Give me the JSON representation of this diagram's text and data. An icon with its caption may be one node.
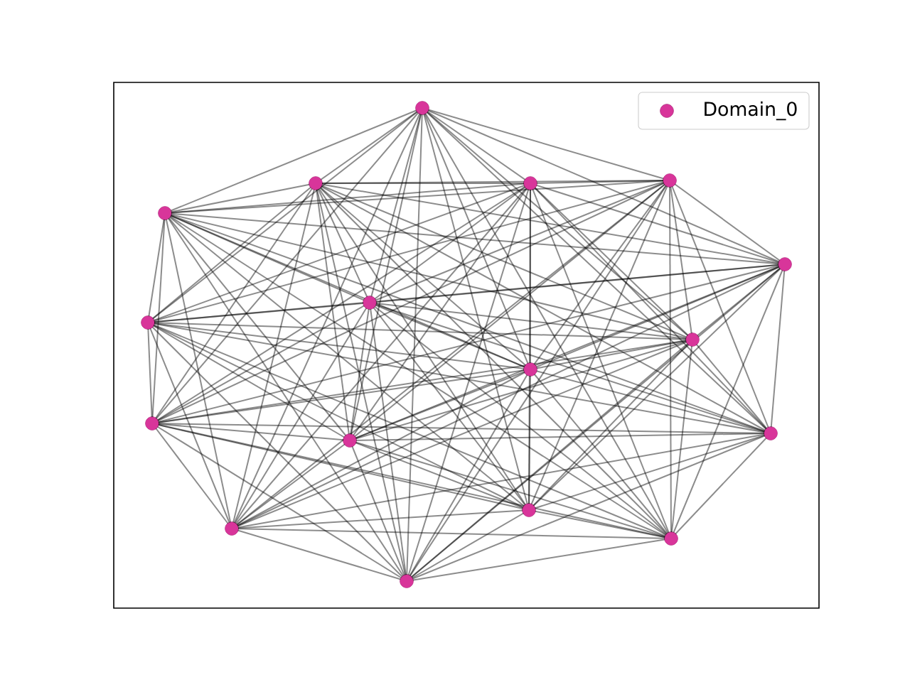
{
  "diagram": {
    "nodes": [
      {
        "text": [],
        "shape": "circle"
      },
      {
        "text": [],
        "shape": "circle"
      },
      {
        "text": [],
        "shape": "circle"
      },
      {
        "text": [],
        "shape": "circle"
      },
      {
        "text": [],
        "shape": "circle"
      },
      {
        "text": [],
        "shape": "circle"
      },
      {
        "text": [],
        "shape": "circle"
      },
      {
        "text": [],
        "shape": "circle"
      },
      {
        "text": [],
        "shape": "circle"
      },
      {
        "text": [],
        "shape": "circle"
      },
      {
        "text": [],
        "shape": "circle"
      },
      {
        "text": [],
        "shape": "circle"
      },
      {
        "text": [],
        "shape": "circle"
      },
      {
        "text": [],
        "shape": "circle"
      },
      {
        "text": [],
        "shape": "circle"
      },
      {
        "text": [],
        "shape": "circle"
      },
      {
        "text": [],
        "shape": "circle"
      }
    ],
    "edges": [
      {
        "from": 0,
        "to": 1,
        "arrow": "none"
      },
      {
        "from": 0,
        "to": 2,
        "arrow": "none"
      },
      {
        "from": 0,
        "to": 3,
        "arrow": "none"
      },
      {
        "from": 0,
        "to": 4,
        "arrow": "none"
      },
      {
        "from": 0,
        "to": 5,
        "arrow": "none"
      },
      {
        "from": 0,
        "to": 6,
        "arrow": "none"
      },
      {
        "from": 0,
        "to": 7,
        "arrow": "none"
      },
      {
        "from": 0,
        "to": 8,
        "arrow": "none"
      },
      {
        "from": 0,
        "to": 9,
        "arrow": "none"
      },
      {
        "from": 0,
        "to": 10,
        "arrow": "none"
      },
      {
        "from": 0,
        "to": 11,
        "arrow": "none"
      },
      {
        "from": 0,
        "to": 12,
        "arrow": "none"
      },
      {
        "from": 0,
        "to": 13,
        "arrow": "none"
      },
      {
        "from": 0,
        "to": 14,
        "arrow": "none"
      },
      {
        "from": 0,
        "to": 15,
        "arrow": "none"
      },
      {
        "from": 0,
        "to": 16,
        "arrow": "none"
      },
      {
        "from": 1,
        "to": 2,
        "arrow": "none"
      },
      {
        "from": 1,
        "to": 3,
        "arrow": "none"
      },
      {
        "from": 1,
        "to": 4,
        "arrow": "none"
      },
      {
        "from": 1,
        "to": 5,
        "arrow": "none"
      },
      {
        "from": 1,
        "to": 6,
        "arrow": "none"
      },
      {
        "from": 1,
        "to": 7,
        "arrow": "none"
      },
      {
        "from": 1,
        "to": 8,
        "arrow": "none"
      },
      {
        "from": 1,
        "to": 9,
        "arrow": "none"
      },
      {
        "from": 1,
        "to": 10,
        "arrow": "none"
      },
      {
        "from": 1,
        "to": 11,
        "arrow": "none"
      },
      {
        "from": 1,
        "to": 12,
        "arrow": "none"
      },
      {
        "from": 1,
        "to": 13,
        "arrow": "none"
      },
      {
        "from": 1,
        "to": 14,
        "arrow": "none"
      },
      {
        "from": 1,
        "to": 15,
        "arrow": "none"
      },
      {
        "from": 1,
        "to": 16,
        "arrow": "none"
      },
      {
        "from": 2,
        "to": 3,
        "arrow": "none"
      },
      {
        "from": 2,
        "to": 4,
        "arrow": "none"
      },
      {
        "from": 2,
        "to": 5,
        "arrow": "none"
      },
      {
        "from": 2,
        "to": 6,
        "arrow": "none"
      },
      {
        "from": 2,
        "to": 7,
        "arrow": "none"
      },
      {
        "from": 2,
        "to": 8,
        "arrow": "none"
      },
      {
        "from": 2,
        "to": 9,
        "arrow": "none"
      },
      {
        "from": 2,
        "to": 10,
        "arrow": "none"
      },
      {
        "from": 2,
        "to": 11,
        "arrow": "none"
      },
      {
        "from": 2,
        "to": 12,
        "arrow": "none"
      },
      {
        "from": 2,
        "to": 13,
        "arrow": "none"
      },
      {
        "from": 2,
        "to": 14,
        "arrow": "none"
      },
      {
        "from": 2,
        "to": 15,
        "arrow": "none"
      },
      {
        "from": 2,
        "to": 16,
        "arrow": "none"
      },
      {
        "from": 3,
        "to": 4,
        "arrow": "none"
      },
      {
        "from": 3,
        "to": 5,
        "arrow": "none"
      },
      {
        "from": 3,
        "to": 6,
        "arrow": "none"
      },
      {
        "from": 3,
        "to": 7,
        "arrow": "none"
      },
      {
        "from": 3,
        "to": 8,
        "arrow": "none"
      },
      {
        "from": 3,
        "to": 9,
        "arrow": "none"
      },
      {
        "from": 3,
        "to": 10,
        "arrow": "none"
      },
      {
        "from": 3,
        "to": 11,
        "arrow": "none"
      },
      {
        "from": 3,
        "to": 12,
        "arrow": "none"
      },
      {
        "from": 3,
        "to": 13,
        "arrow": "none"
      },
      {
        "from": 3,
        "to": 14,
        "arrow": "none"
      },
      {
        "from": 3,
        "to": 15,
        "arrow": "none"
      },
      {
        "from": 3,
        "to": 16,
        "arrow": "none"
      },
      {
        "from": 4,
        "to": 5,
        "arrow": "none"
      },
      {
        "from": 4,
        "to": 6,
        "arrow": "none"
      },
      {
        "from": 4,
        "to": 7,
        "arrow": "none"
      },
      {
        "from": 4,
        "to": 8,
        "arrow": "none"
      },
      {
        "from": 4,
        "to": 9,
        "arrow": "none"
      },
      {
        "from": 4,
        "to": 10,
        "arrow": "none"
      },
      {
        "from": 4,
        "to": 11,
        "arrow": "none"
      },
      {
        "from": 4,
        "to": 12,
        "arrow": "none"
      },
      {
        "from": 4,
        "to": 13,
        "arrow": "none"
      },
      {
        "from": 4,
        "to": 14,
        "arrow": "none"
      },
      {
        "from": 4,
        "to": 15,
        "arrow": "none"
      },
      {
        "from": 4,
        "to": 16,
        "arrow": "none"
      },
      {
        "from": 5,
        "to": 6,
        "arrow": "none"
      },
      {
        "from": 5,
        "to": 7,
        "arrow": "none"
      },
      {
        "from": 5,
        "to": 8,
        "arrow": "none"
      },
      {
        "from": 5,
        "to": 9,
        "arrow": "none"
      },
      {
        "from": 5,
        "to": 10,
        "arrow": "none"
      },
      {
        "from": 5,
        "to": 11,
        "arrow": "none"
      },
      {
        "from": 5,
        "to": 12,
        "arrow": "none"
      },
      {
        "from": 5,
        "to": 13,
        "arrow": "none"
      },
      {
        "from": 5,
        "to": 14,
        "arrow": "none"
      },
      {
        "from": 5,
        "to": 15,
        "arrow": "none"
      },
      {
        "from": 5,
        "to": 16,
        "arrow": "none"
      },
      {
        "from": 6,
        "to": 7,
        "arrow": "none"
      },
      {
        "from": 6,
        "to": 8,
        "arrow": "none"
      },
      {
        "from": 6,
        "to": 9,
        "arrow": "none"
      },
      {
        "from": 6,
        "to": 10,
        "arrow": "none"
      },
      {
        "from": 6,
        "to": 11,
        "arrow": "none"
      },
      {
        "from": 6,
        "to": 12,
        "arrow": "none"
      },
      {
        "from": 6,
        "to": 13,
        "arrow": "none"
      },
      {
        "from": 6,
        "to": 14,
        "arrow": "none"
      },
      {
        "from": 6,
        "to": 15,
        "arrow": "none"
      },
      {
        "from": 6,
        "to": 16,
        "arrow": "none"
      },
      {
        "from": 7,
        "to": 8,
        "arrow": "none"
      },
      {
        "from": 7,
        "to": 9,
        "arrow": "none"
      },
      {
        "from": 7,
        "to": 10,
        "arrow": "none"
      },
      {
        "from": 7,
        "to": 11,
        "arrow": "none"
      },
      {
        "from": 7,
        "to": 12,
        "arrow": "none"
      },
      {
        "from": 7,
        "to": 13,
        "arrow": "none"
      },
      {
        "from": 7,
        "to": 14,
        "arrow": "none"
      },
      {
        "from": 7,
        "to": 15,
        "arrow": "none"
      },
      {
        "from": 7,
        "to": 16,
        "arrow": "none"
      },
      {
        "from": 8,
        "to": 9,
        "arrow": "none"
      },
      {
        "from": 8,
        "to": 10,
        "arrow": "none"
      },
      {
        "from": 8,
        "to": 11,
        "arrow": "none"
      },
      {
        "from": 8,
        "to": 12,
        "arrow": "none"
      },
      {
        "from": 8,
        "to": 13,
        "arrow": "none"
      },
      {
        "from": 8,
        "to": 14,
        "arrow": "none"
      },
      {
        "from": 8,
        "to": 15,
        "arrow": "none"
      },
      {
        "from": 8,
        "to": 16,
        "arrow": "none"
      },
      {
        "from": 9,
        "to": 10,
        "arrow": "none"
      },
      {
        "from": 9,
        "to": 11,
        "arrow": "none"
      },
      {
        "from": 9,
        "to": 12,
        "arrow": "none"
      },
      {
        "from": 9,
        "to": 13,
        "arrow": "none"
      },
      {
        "from": 9,
        "to": 14,
        "arrow": "none"
      },
      {
        "from": 9,
        "to": 15,
        "arrow": "none"
      },
      {
        "from": 9,
        "to": 16,
        "arrow": "none"
      },
      {
        "from": 10,
        "to": 11,
        "arrow": "none"
      },
      {
        "from": 10,
        "to": 12,
        "arrow": "none"
      },
      {
        "from": 10,
        "to": 13,
        "arrow": "none"
      },
      {
        "from": 10,
        "to": 14,
        "arrow": "none"
      },
      {
        "from": 10,
        "to": 15,
        "arrow": "none"
      },
      {
        "from": 10,
        "to": 16,
        "arrow": "none"
      },
      {
        "from": 11,
        "to": 12,
        "arrow": "none"
      },
      {
        "from": 11,
        "to": 13,
        "arrow": "none"
      },
      {
        "from": 11,
        "to": 14,
        "arrow": "none"
      },
      {
        "from": 11,
        "to": 15,
        "arrow": "none"
      },
      {
        "from": 11,
        "to": 16,
        "arrow": "none"
      },
      {
        "from": 12,
        "to": 13,
        "arrow": "none"
      },
      {
        "from": 12,
        "to": 14,
        "arrow": "none"
      },
      {
        "from": 12,
        "to": 15,
        "arrow": "none"
      },
      {
        "from": 12,
        "to": 16,
        "arrow": "none"
      },
      {
        "from": 13,
        "to": 14,
        "arrow": "none"
      },
      {
        "from": 13,
        "to": 15,
        "arrow": "none"
      },
      {
        "from": 13,
        "to": 16,
        "arrow": "none"
      },
      {
        "from": 14,
        "to": 15,
        "arrow": "none"
      },
      {
        "from": 14,
        "to": 16,
        "arrow": "none"
      },
      {
        "from": 15,
        "to": 16,
        "arrow": "none"
      }
    ],
    "legend": [
      {
        "text": "Domain_0",
        "color": "#d8359a"
      }
    ]
  }
}
